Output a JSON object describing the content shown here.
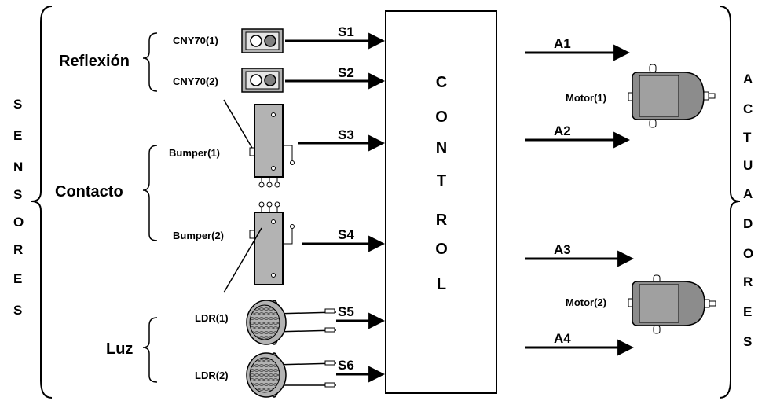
{
  "left_title_letters": [
    "S",
    "E",
    "N",
    "S",
    "O",
    "R",
    "E",
    "S"
  ],
  "right_title_letters": [
    "A",
    "C",
    "T",
    "U",
    "A",
    "D",
    "O",
    "R",
    "E",
    "S"
  ],
  "control_letters": [
    "C",
    "O",
    "N",
    "T",
    "R",
    "O",
    "L"
  ],
  "groups": {
    "reflexion": "Reflexión",
    "contacto": "Contacto",
    "luz": "Luz"
  },
  "sensors": {
    "cny1": "CNY70(1)",
    "cny2": "CNY70(2)",
    "bumper1": "Bumper(1)",
    "bumper2": "Bumper(2)",
    "ldr1": "LDR(1)",
    "ldr2": "LDR(2)"
  },
  "signals": [
    "S1",
    "S2",
    "S3",
    "S4",
    "S5",
    "S6"
  ],
  "outputs": [
    "A1",
    "A2",
    "A3",
    "A4"
  ],
  "motors": {
    "m1": "Motor(1)",
    "m2": "Motor(2)"
  },
  "colors": {
    "line": "#000000",
    "component_fill": "#b3b3b3",
    "motor_fill": "#8c8c8c",
    "control_fill": "#ffffff"
  }
}
